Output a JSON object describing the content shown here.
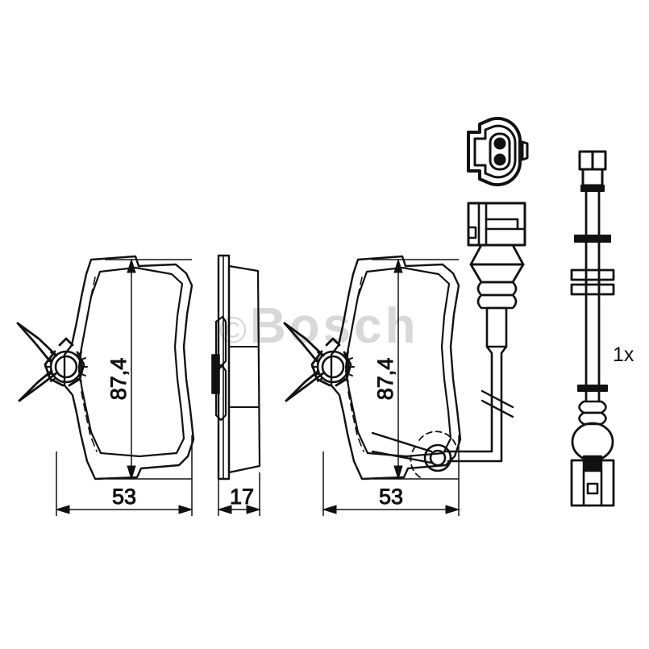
{
  "document": {
    "type": "technical-drawing",
    "subject": "Disc brake pad set with wear sensor",
    "background_color": "#ffffff",
    "line_color": "#111111",
    "watermark_color": "#d8d8d8"
  },
  "watermark": {
    "copyright_symbol": "©",
    "brand": "Bosch"
  },
  "dimensions": {
    "front_height": "87,4",
    "front_width": "53",
    "side_thickness": "17",
    "rear_height": "87,4",
    "rear_width": "53"
  },
  "quantity": {
    "sensor_label": "1x"
  },
  "parts": [
    {
      "id": "pad-left",
      "name": "brake-pad-front-view-left",
      "labels": {
        "height": "87,4",
        "width": "53"
      }
    },
    {
      "id": "pad-side",
      "name": "brake-pad-side-view",
      "labels": {
        "thickness": "17"
      }
    },
    {
      "id": "pad-right",
      "name": "brake-pad-front-view-right-with-sensor",
      "labels": {
        "height": "87,4",
        "width": "53"
      }
    },
    {
      "id": "wear-sensor",
      "name": "brake-wear-sensor-assembly",
      "labels": {
        "quantity": "1x"
      }
    }
  ]
}
